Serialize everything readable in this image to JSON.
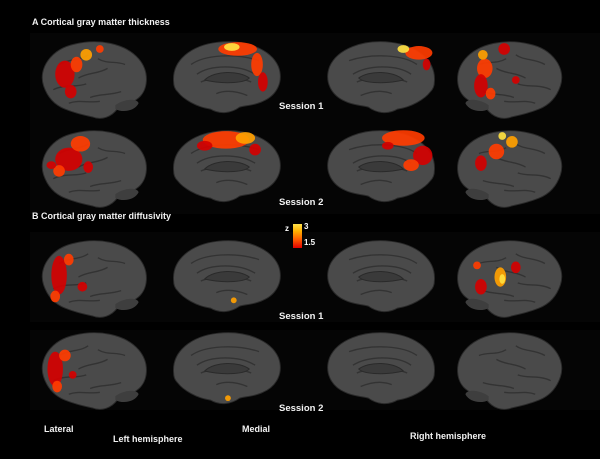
{
  "figure": {
    "panel_a_title": "A Cortical gray matter thickness",
    "panel_b_title": "B Cortical gray matter diffusivity",
    "session_labels": [
      "Session 1",
      "Session 2",
      "Session 1",
      "Session 2"
    ],
    "colorbar": {
      "label": "z",
      "max": "3",
      "min": "1.5",
      "colors": [
        "#ffe14a",
        "#ffb000",
        "#ff5a00",
        "#e00000"
      ]
    },
    "bottom_labels": {
      "lateral": "Lateral",
      "left_hemisphere": "Left hemisphere",
      "medial": "Medial",
      "right_hemisphere": "Right hemisphere"
    },
    "cortex_color": "#4a4a4a",
    "activation_colors": [
      "#d40000",
      "#ff3c00",
      "#ffa000",
      "#ffe040"
    ]
  }
}
